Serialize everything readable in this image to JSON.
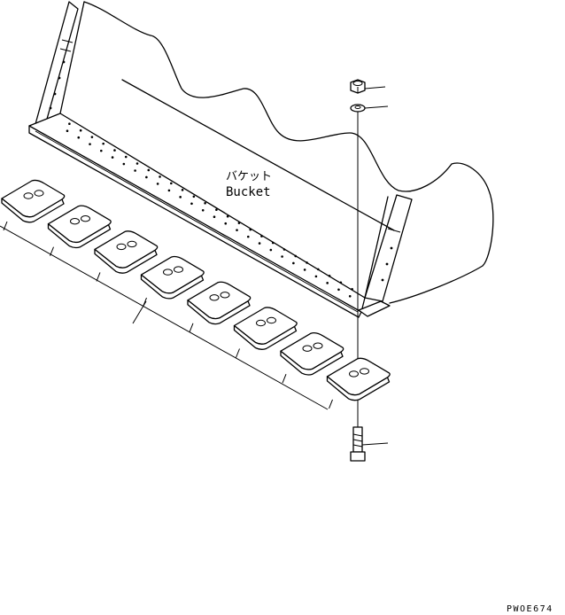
{
  "labels": {
    "bucket_jp": "バケット",
    "bucket_en": "Bucket"
  },
  "drawing_code": "PWOE674",
  "parts": {
    "edge_segments": 8,
    "hardware": [
      "nut-icon",
      "washer-icon",
      "bolt-icon"
    ]
  }
}
